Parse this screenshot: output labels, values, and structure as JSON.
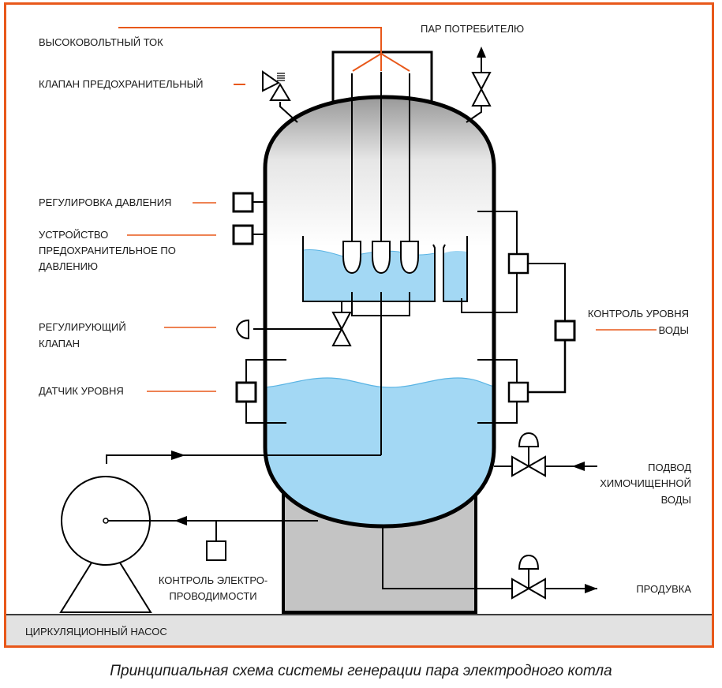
{
  "colors": {
    "frame": "#e8581a",
    "leader": "#e8581a",
    "water": "#a3d8f4",
    "water_wave": "#5ab4e4",
    "stand": "#c4c4c4",
    "base_strip": "#e2e2e2",
    "line": "#000000"
  },
  "labels": {
    "high_voltage": "ВЫСОКОВОЛЬТНЫЙ ТОК",
    "safety_valve": "КЛАПАН ПРЕДОХРАНИТЕЛЬНЫЙ",
    "steam_out": "ПАР ПОТРЕБИТЕЛЮ",
    "pressure_control": "РЕГУЛИРОВКА ДАВЛЕНИЯ",
    "pressure_safety": [
      "УСТРОЙСТВО",
      "ПРЕДОХРАНИТЕЛЬНОЕ ПО",
      "ДАВЛЕНИЮ"
    ],
    "control_valve": [
      "РЕГУЛИРУЮЩИЙ",
      "КЛАПАН"
    ],
    "level_sensor": "ДАТЧИК УРОВНЯ",
    "water_level_control": [
      "КОНТРОЛЬ УРОВНЯ",
      "ВОДЫ"
    ],
    "treated_water_in": [
      "ПОДВОД",
      "ХИМОЧИЩЕННОЙ",
      "ВОДЫ"
    ],
    "conductivity_control": [
      "КОНТРОЛЬ ЭЛЕКТРО-",
      "ПРОВОДИМОСТИ"
    ],
    "blowdown": "ПРОДУВКА",
    "circulation_pump": "ЦИРКУЛЯЦИОННЫЙ НАСОС"
  },
  "caption": "Принципиальная схема системы генерации пара электродного котла"
}
